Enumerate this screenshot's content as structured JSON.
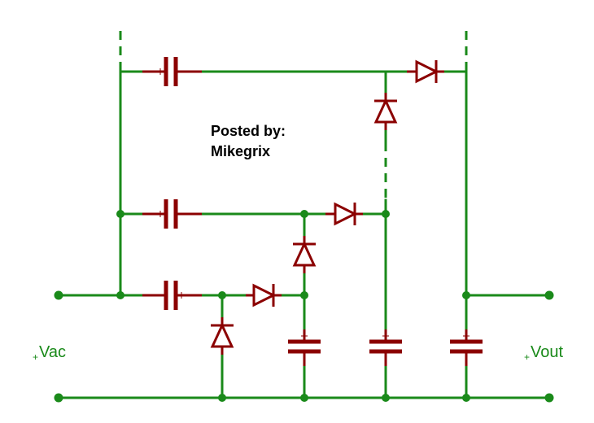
{
  "note": {
    "line1": "Posted by:",
    "line2": "Mikegrix"
  },
  "terminals": {
    "input": "Vac",
    "output": "Vout",
    "marker": "+"
  },
  "colors": {
    "wire": "#1a8a1a",
    "component": "#8b0000",
    "background": "#ffffff"
  },
  "components": {
    "capacitors": 6,
    "diodes": 6
  }
}
